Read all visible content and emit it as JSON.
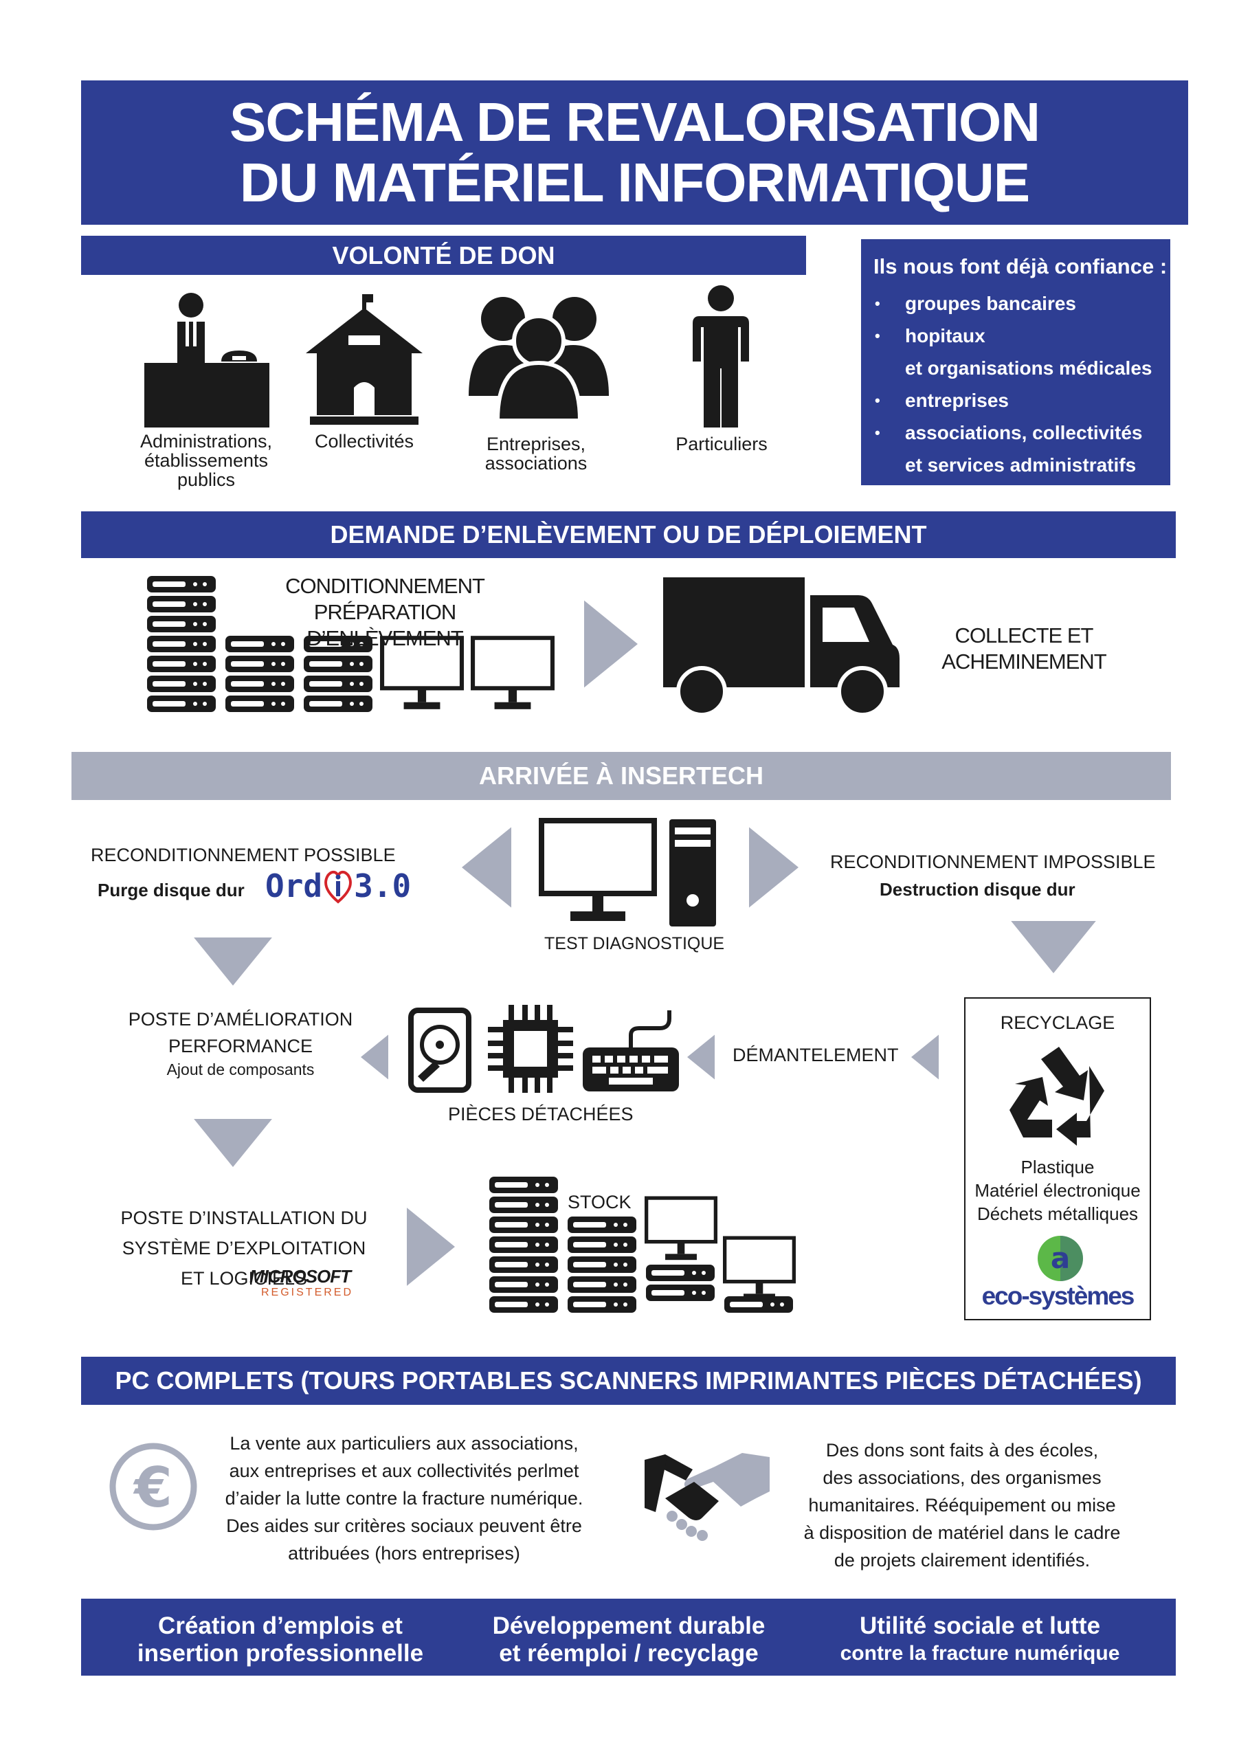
{
  "title": {
    "line1": "SCHÉMA DE REVALORISATION",
    "line2": "DU MATÉRIEL INFORMATIQUE"
  },
  "volonte": {
    "header": "VOLONTÉ DE DON",
    "items": [
      {
        "icon": "desk-person-icon",
        "label": "Administrations,\nétablissements\npublics"
      },
      {
        "icon": "school-building-icon",
        "label": "Collectivités"
      },
      {
        "icon": "group-people-icon",
        "label": "Entreprises,\nassociations"
      },
      {
        "icon": "person-icon",
        "label": "Particuliers"
      }
    ]
  },
  "trust": {
    "title": "Ils nous font déjà confiance :",
    "items": [
      "groupes bancaires",
      "hopitaux",
      "et organisations médicales",
      "entreprises",
      "associations, collectivités",
      "et services administratifs"
    ]
  },
  "demande": {
    "header": "DEMANDE D’ENLÈVEMENT OU DE DÉPLOIEMENT",
    "conditioning": "CONDITIONNEMENT\nPRÉPARATION D’ENLÈVEMENT",
    "collecte": "COLLECTE ET\nACHEMINEMENT"
  },
  "arrivee": {
    "header": "ARRIVÉE À INSERTECH",
    "recond_possible": "RECONDITIONNEMENT POSSIBLE",
    "purge": "Purge disque dur",
    "ordi_logo": {
      "a": "Ord",
      "b": "3.0"
    },
    "test": "TEST DIAGNOSTIQUE",
    "recond_impossible": "RECONDITIONNEMENT IMPOSSIBLE",
    "destruction": "Destruction disque dur",
    "amelioration": "POSTE D’AMÉLIORATION\nPERFORMANCE",
    "ajout": "Ajout de composants",
    "pieces": "PIÈCES DÉTACHÉES",
    "demantelement": "DÉMANTELEMENT",
    "recyclage": "RECYCLAGE",
    "recyclage_items": "Plastique\nMatériel électronique\nDéchets métalliques",
    "eco_logo": "eco-systèmes",
    "installation": "POSTE D’INSTALLATION DU\nSYSTÈME D’EXPLOITATION\nET LOGICIELS",
    "microsoft": "MICROSOFT",
    "registered": "REGISTERED",
    "stock": "STOCK"
  },
  "pc": {
    "header": "PC COMPLETS (TOURS PORTABLES SCANNERS IMPRIMANTES PIÈCES DÉTACHÉES)",
    "vente": "La vente aux particuliers aux associations,\naux entreprises et aux collectivités perlmet\nd’aider la lutte contre la fracture numérique.\nDes aides sur critères sociaux peuvent être\nattribuées (hors entreprises)",
    "dons": "Des dons sont faits à des écoles,\ndes associations, des organismes\nhumanitaires. Rééquipement ou mise\nà disposition de matériel dans le cadre\nde projets clairement identifiés."
  },
  "bottom": [
    {
      "l1": "Création d’emplois et",
      "l2": "insertion professionnelle"
    },
    {
      "l1": "Développement durable",
      "l2": "et réemploi / recyclage"
    },
    {
      "l1": "Utilité sociale et lutte",
      "l2": "contre la fracture numérique"
    }
  ],
  "colors": {
    "blue": "#2e3e93",
    "grey": "#a8adbd",
    "dark": "#1b1b1b",
    "ordi_blue": "#2a3d96",
    "ordi_red": "#d5242a",
    "eco_green": "#5cb848"
  }
}
